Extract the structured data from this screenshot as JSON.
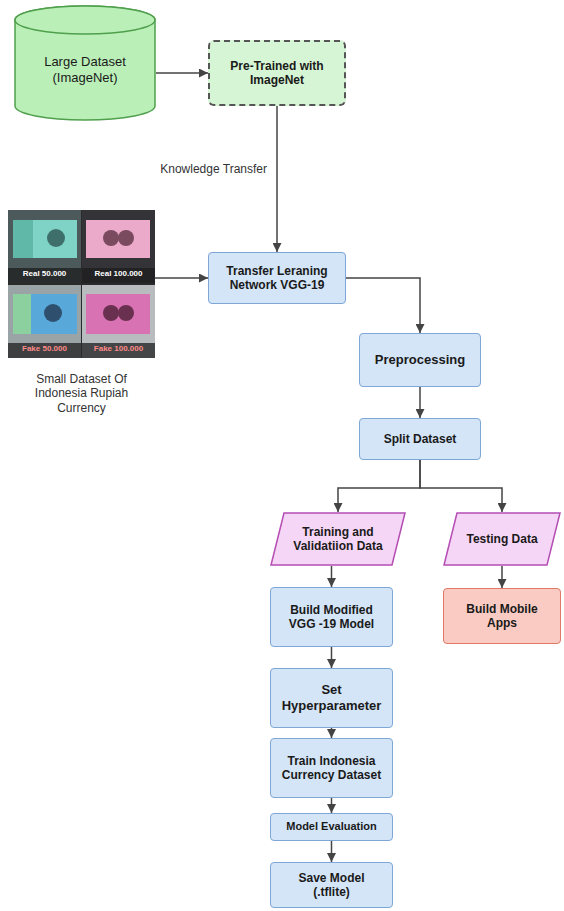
{
  "diagram": {
    "nodes": [
      {
        "text": [
          "Large Dataset (ImageNet)"
        ]
      },
      {
        "text": [
          "Pre-Trained with ImageNet"
        ]
      },
      {
        "text": [
          "Real 50.000",
          "Real 100.000",
          "Fake 50.000",
          "Fake 100.000",
          "Small Dataset Of Indonesia Rupiah Currency"
        ]
      },
      {
        "text": [
          "Transfer Leraning Network VGG-19"
        ]
      },
      {
        "text": [
          "Preprocessing"
        ]
      },
      {
        "text": [
          "Split Dataset"
        ]
      },
      {
        "text": [
          "Training and Validatiion Data"
        ]
      },
      {
        "text": [
          "Testing Data"
        ]
      },
      {
        "text": [
          "Build Modified VGG -19 Model"
        ]
      },
      {
        "text": [
          "Build Mobile Apps"
        ]
      },
      {
        "text": [
          "Set Hyperparameter"
        ]
      },
      {
        "text": [
          "Train Indonesia Currency Dataset"
        ]
      },
      {
        "text": [
          "Model Evaluation"
        ]
      },
      {
        "text": [
          "Save Model (.tflite)"
        ]
      }
    ],
    "edges": [
      {
        "from": 0,
        "to": 1,
        "arrow": "to"
      },
      {
        "from": 1,
        "to": 3,
        "label": "Knowledge Transfer",
        "arrow": "to"
      },
      {
        "from": 2,
        "to": 3,
        "arrow": "to"
      },
      {
        "from": 3,
        "to": 4,
        "arrow": "to"
      },
      {
        "from": 4,
        "to": 5,
        "arrow": "to"
      },
      {
        "from": 5,
        "to": 6,
        "arrow": "to"
      },
      {
        "from": 5,
        "to": 7,
        "arrow": "to"
      },
      {
        "from": 6,
        "to": 8,
        "arrow": "to"
      },
      {
        "from": 7,
        "to": 9,
        "arrow": "to"
      },
      {
        "from": 8,
        "to": 10,
        "arrow": "to"
      },
      {
        "from": 10,
        "to": 11,
        "arrow": "to"
      },
      {
        "from": 11,
        "to": 12,
        "arrow": "to"
      },
      {
        "from": 12,
        "to": 13,
        "arrow": "to"
      }
    ]
  }
}
